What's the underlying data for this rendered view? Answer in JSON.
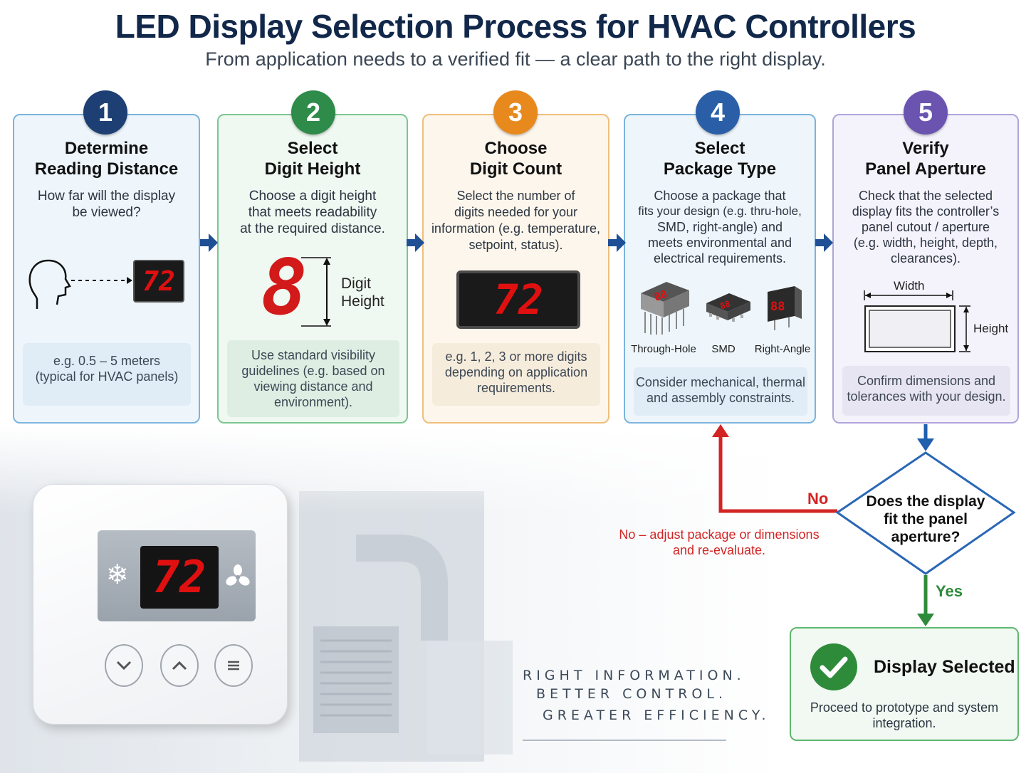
{
  "header": {
    "title": "LED Display Selection Process for HVAC Controllers",
    "subtitle": "From application needs to a verified fit — a clear path to the right display."
  },
  "steps": [
    {
      "number": "1",
      "title_line1": "Determine",
      "title_line2": "Reading Distance",
      "desc": [
        "How far will the display",
        "be viewed?"
      ],
      "note": [
        "e.g. 0.5 – 5 meters",
        "(typical for HVAC panels)"
      ],
      "display": "72",
      "color": "#1d3f73"
    },
    {
      "number": "2",
      "title_line1": "Select",
      "title_line2": "Digit Height",
      "desc": [
        "Choose a digit height",
        "that meets readability",
        "at the required distance."
      ],
      "note": [
        "Use standard visibility",
        "guidelines (e.g. based on",
        "viewing distance and",
        "environment)."
      ],
      "digit": "8",
      "digit_label_1": "Digit",
      "digit_label_2": "Height",
      "color": "#2e8b4a"
    },
    {
      "number": "3",
      "title_line1": "Choose",
      "title_line2": "Digit Count",
      "desc": [
        "Select the number of",
        "digits needed for your",
        "information (e.g. temperature,",
        "setpoint, status)."
      ],
      "note": [
        "e.g. 1, 2, 3 or more digits",
        "depending on application",
        "requirements."
      ],
      "display": "72",
      "color": "#e8891e"
    },
    {
      "number": "4",
      "title_line1": "Select",
      "title_line2": "Package Type",
      "desc": [
        "Choose a package that",
        "fits your design (e.g. thru-hole,",
        "SMD, right-angle) and",
        "meets environmental and",
        "electrical requirements."
      ],
      "packages": [
        "Through-Hole",
        "SMD",
        "Right-Angle"
      ],
      "package_digits": "88",
      "note": [
        "Consider mechanical, thermal",
        "and assembly constraints."
      ],
      "color": "#2a5fa8"
    },
    {
      "number": "5",
      "title_line1": "Verify",
      "title_line2": "Panel Aperture",
      "desc": [
        "Check that the selected",
        "display fits the controller’s",
        "panel cutout / aperture",
        "(e.g. width, height, depth,",
        "clearances)."
      ],
      "width_label": "Width",
      "height_label": "Height",
      "note": [
        "Confirm dimensions and",
        "tolerances with your design."
      ],
      "color": "#6a54b0"
    }
  ],
  "decision": {
    "question": [
      "Does the display",
      "fit the panel",
      "aperture?"
    ],
    "no_label": "No",
    "no_note": [
      "No – adjust package or dimensions",
      "and re-evaluate."
    ],
    "yes_label": "Yes"
  },
  "result": {
    "title": "Display Selected",
    "desc": [
      "Proceed to prototype and system",
      "integration."
    ]
  },
  "tagline": [
    "RIGHT INFORMATION.",
    "BETTER CONTROL.",
    "GREATER EFFICIENCY."
  ],
  "thermostat": {
    "display": "72"
  },
  "colors": {
    "navy": "#12284a",
    "red": "#d32424",
    "green": "#2e8b3a",
    "blue_arrow": "#1f4f94"
  }
}
